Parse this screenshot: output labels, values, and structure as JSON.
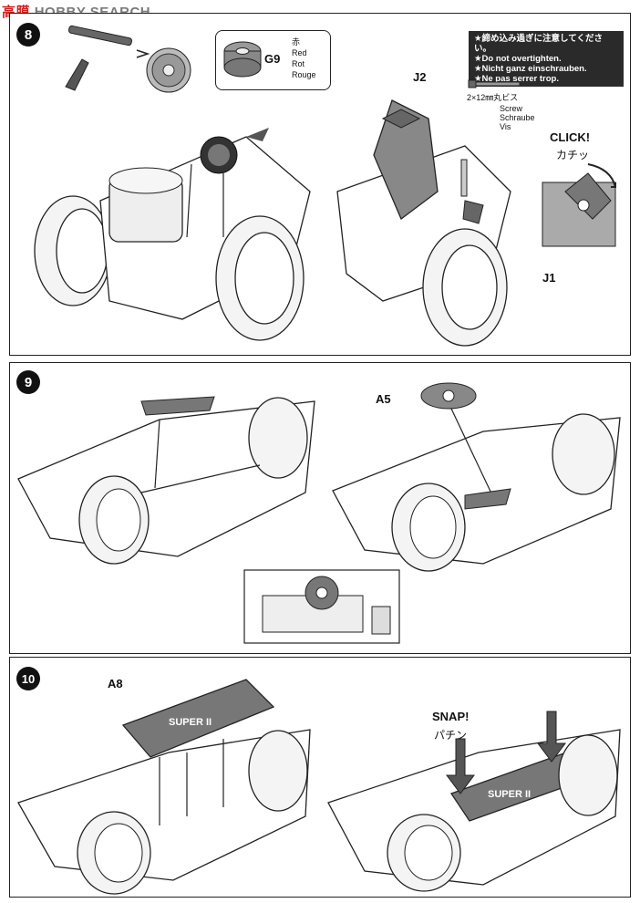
{
  "watermark": {
    "brand_cn": "膜",
    "brand_en": "HOBBY SEARCH"
  },
  "step8": {
    "gear_part": "G9",
    "gear_colors": [
      "赤",
      "Red",
      "Rot",
      "Rouge"
    ],
    "label_j1": "J1",
    "label_j2": "J2",
    "warning_lines": [
      "★締め込み過ぎに注意してください。",
      "★Do not overtighten.",
      "★Nicht ganz einschrauben.",
      "★Ne pas serrer trop."
    ],
    "screw_spec": "2×12㎜丸ビス",
    "screw_names": [
      "Screw",
      "Schraube",
      "Vis"
    ],
    "click_en": "CLICK!",
    "click_jp": "カチッ"
  },
  "step9": {
    "number": "9",
    "label_a5": "A5"
  },
  "step10": {
    "number": "10",
    "label_a8": "A8",
    "snap_en": "SNAP!",
    "snap_jp": "パチン",
    "cover_text": "SUPER II"
  }
}
